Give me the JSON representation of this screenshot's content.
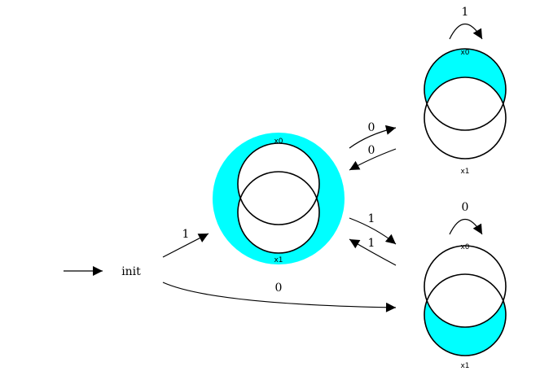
{
  "init_label": "init",
  "colors": {
    "fill": "#00ffff",
    "stroke": "#000000",
    "background": "#ffffff"
  },
  "states": {
    "center": {
      "top_label": "x0",
      "bottom_label": "x1",
      "shading": "outside-union"
    },
    "top_right": {
      "top_label": "x0",
      "bottom_label": "x1",
      "shading": "x0-minus-x1"
    },
    "bottom_right": {
      "top_label": "x0",
      "bottom_label": "x1",
      "shading": "x1-minus-x0"
    }
  },
  "edges": {
    "init_to_center": "1",
    "init_to_bottom_right": "0",
    "center_to_top_right": "0",
    "top_right_to_center": "0",
    "center_to_bottom_right": "1",
    "bottom_right_to_center": "1",
    "top_right_self_loop": "1",
    "bottom_right_self_loop": "0"
  }
}
